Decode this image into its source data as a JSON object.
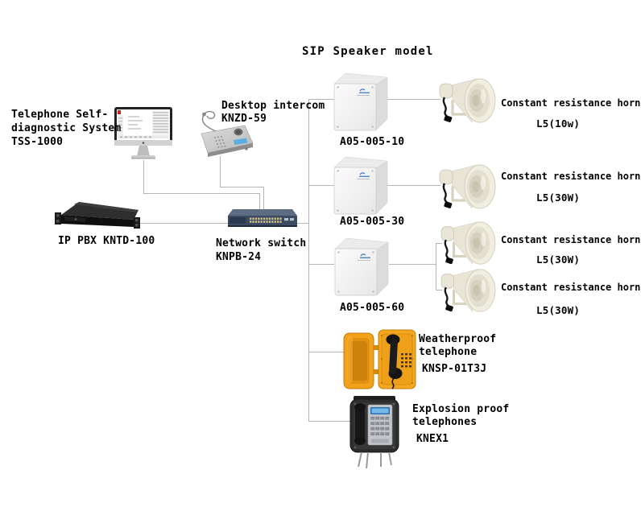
{
  "title": "SIP Speaker model",
  "nodes": {
    "tss": {
      "lines": [
        "Telephone Self-",
        "diagnostic System",
        "TSS-1000"
      ]
    },
    "intercom": {
      "lines": [
        "Desktop intercom",
        "KNZD-59"
      ]
    },
    "pbx": {
      "label": "IP PBX KNTD-100"
    },
    "switch": {
      "lines": [
        "Network switch",
        "KNPB-24"
      ]
    },
    "speaker_boxes": [
      {
        "label": "A05-005-10"
      },
      {
        "label": "A05-005-30"
      },
      {
        "label": "A05-005-60"
      }
    ],
    "horns": [
      {
        "name": "Constant resistance horn",
        "model": "L5(10w)"
      },
      {
        "name": "Constant resistance horn",
        "model": "L5(30W)"
      },
      {
        "name": "Constant resistance horn",
        "model": "L5(30W)"
      },
      {
        "name": "Constant resistance horn",
        "model": "L5(30W)"
      }
    ],
    "weatherproof": {
      "lines": [
        "Weatherproof",
        "telephone"
      ],
      "model": "KNSP-01T3J"
    },
    "explosion": {
      "lines": [
        "Explosion proof",
        "telephones"
      ],
      "model": "KNEX1"
    }
  },
  "colors": {
    "background": "#ffffff",
    "connector_line": "#b5b5b5",
    "label_text": "#000000",
    "speaker_box_white": "#f2f2f2",
    "horn_cream": "#e9e5d7",
    "weatherproof_orange": "#f5a51e",
    "switch_navy": "#3c4b61",
    "pbx_black": "#141414",
    "lcd_blue": "#58aee0"
  }
}
